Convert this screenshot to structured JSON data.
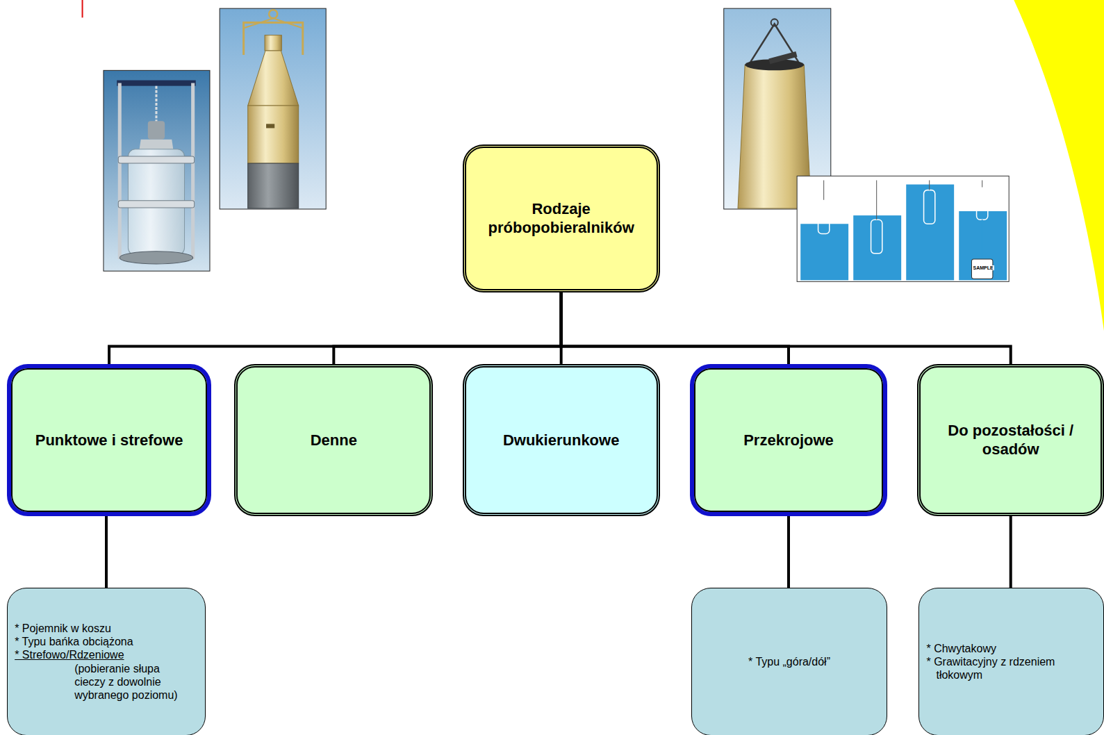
{
  "diagram": {
    "nodes": [
      {
        "text": [
          "Rodzaje próbopobieralników"
        ]
      },
      {
        "text": [
          "Punktowe i strefowe"
        ]
      },
      {
        "text": [
          "Denne"
        ]
      },
      {
        "text": [
          "Dwukierunkowe"
        ]
      },
      {
        "text": [
          "Przekrojowe"
        ]
      },
      {
        "text": [
          "Do pozostałości / osadów"
        ]
      },
      {
        "text": [
          "* Pojemnik w koszu",
          "* Typu bańka obciążona",
          "* Strefowo/Rdzeniowe",
          "(pobieranie słupa cieczy z dowolnie wybranego poziomu)"
        ]
      },
      {
        "text": [
          "* Typu „góra/dół”"
        ]
      },
      {
        "text": [
          "* Chwytakowy",
          "* Grawitacyjny z rdzeniem tłokowym"
        ]
      }
    ],
    "edges": [
      {
        "from": 0,
        "to": 1,
        "arrow": "none"
      },
      {
        "from": 0,
        "to": 2,
        "arrow": "none"
      },
      {
        "from": 0,
        "to": 3,
        "arrow": "none"
      },
      {
        "from": 0,
        "to": 4,
        "arrow": "none"
      },
      {
        "from": 0,
        "to": 5,
        "arrow": "none"
      },
      {
        "from": 1,
        "to": 6,
        "arrow": "none"
      },
      {
        "from": 4,
        "to": 7,
        "arrow": "none"
      },
      {
        "from": 5,
        "to": 8,
        "arrow": "none"
      }
    ],
    "labels": [
      "SAMPLE"
    ]
  }
}
